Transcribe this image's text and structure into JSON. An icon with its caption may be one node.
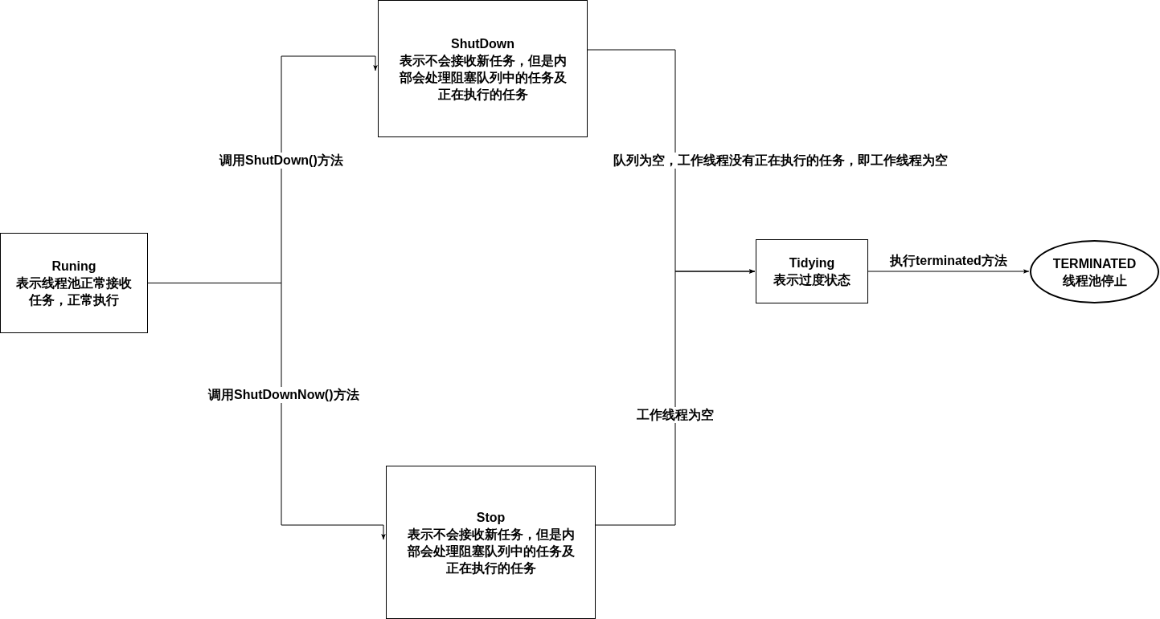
{
  "diagram": {
    "nodes": [
      {
        "text": [
          "Runing",
          "表示线程池正常接收任务，正常执行"
        ]
      },
      {
        "text": [
          "ShutDown",
          "表示不会接收新任务，但是内部会处理阻塞队列中的任务及正在执行的任务"
        ]
      },
      {
        "text": [
          "Stop",
          "表示不会接收新任务，但是内部会处理阻塞队列中的任务及正在执行的任务"
        ]
      },
      {
        "text": [
          "Tidying",
          "表示过度状态"
        ]
      },
      {
        "text": [
          "TERMINATED",
          "线程池停止"
        ]
      }
    ],
    "edges": [
      {
        "from": 0,
        "to": 1,
        "arrow": "to",
        "label": "调用ShutDown()方法"
      },
      {
        "from": 0,
        "to": 2,
        "arrow": "to",
        "label": "调用ShutDownNow()方法"
      },
      {
        "from": 1,
        "to": 3,
        "arrow": "to",
        "label": "队列为空，工作线程没有正在执行的任务，即工作线程为空"
      },
      {
        "from": 2,
        "to": 3,
        "arrow": "to",
        "label": "工作线程为空"
      },
      {
        "from": 3,
        "to": 4,
        "arrow": "to",
        "label": "执行terminated方法"
      }
    ]
  }
}
